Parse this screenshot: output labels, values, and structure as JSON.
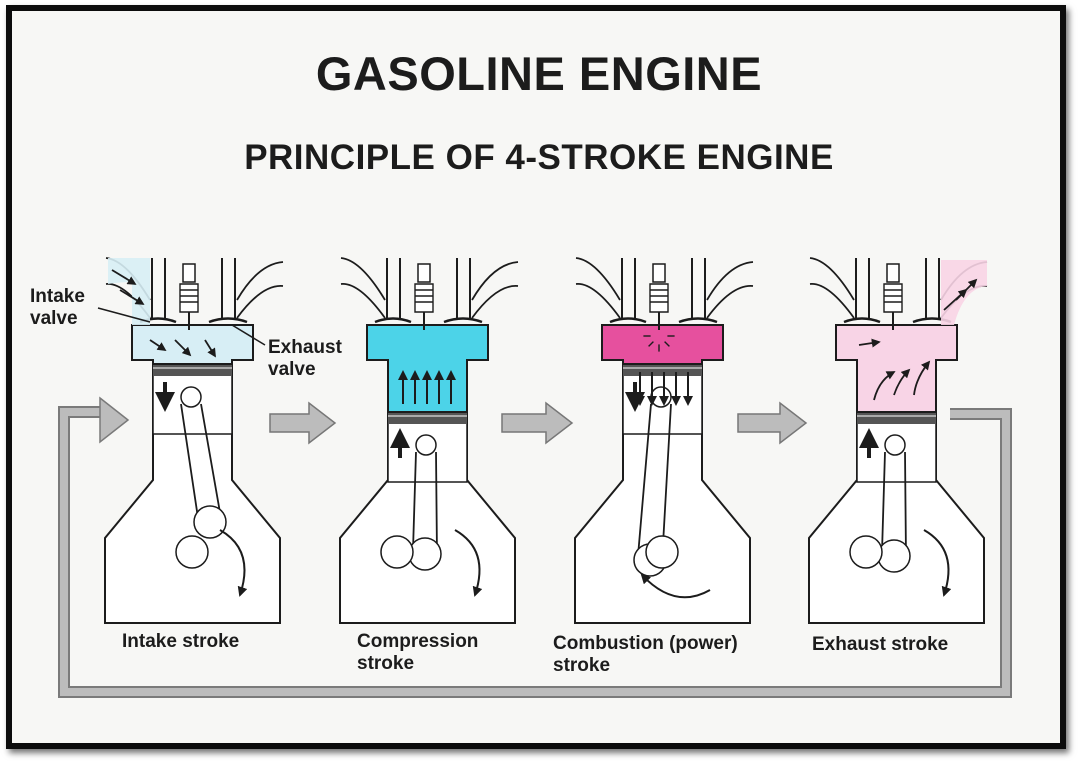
{
  "title": "GASOLINE ENGINE",
  "subtitle": "PRINCIPLE OF 4-STROKE ENGINE",
  "labels": {
    "intake_valve": [
      "Intake",
      "valve"
    ],
    "exhaust_valve": [
      "Exhaust",
      "valve"
    ]
  },
  "strokes": [
    {
      "id": "intake",
      "lines": [
        "Intake stroke"
      ],
      "chamber_color": "#d7eef5",
      "motion": "down",
      "flow": "intake"
    },
    {
      "id": "compression",
      "lines": [
        "Compression",
        "stroke"
      ],
      "chamber_color": "#4cd3e8",
      "motion": "up",
      "flow": "compress"
    },
    {
      "id": "combustion",
      "lines": [
        "Combustion (power)",
        "stroke"
      ],
      "chamber_color": "#e6509e",
      "motion": "down",
      "flow": "power"
    },
    {
      "id": "exhaust",
      "lines": [
        "Exhaust stroke"
      ],
      "chamber_color": "#f8d4e6",
      "motion": "up",
      "flow": "exhaust"
    }
  ],
  "colors": {
    "ink": "#1c1c1c",
    "flow_arrow": "#bcbcbc",
    "intake_gas": "#d7eef5",
    "exhaust_gas": "#f8d4e6",
    "ring_band": "#555555"
  }
}
